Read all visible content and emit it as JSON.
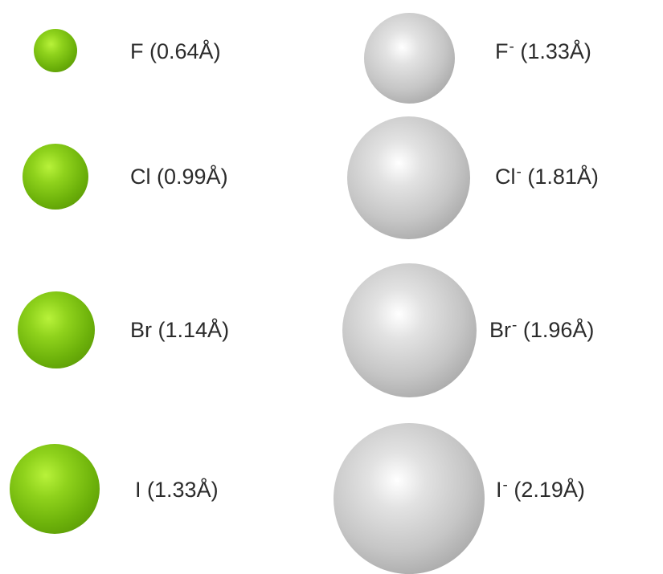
{
  "colors": {
    "atom": "#7cc00f",
    "ion": "#bdbdbd",
    "text": "#2b2b2b"
  },
  "atoms": [
    {
      "symbol": "F",
      "radius": "(0.64Å)"
    },
    {
      "symbol": "Cl",
      "radius": "(0.99Å)"
    },
    {
      "symbol": "Br",
      "radius": "(1.14Å)"
    },
    {
      "symbol": "I",
      "radius": "(1.33Å)"
    }
  ],
  "ions": [
    {
      "symbol": "F",
      "charge": "-",
      "radius": "(1.33Å)"
    },
    {
      "symbol": "Cl",
      "charge": "-",
      "radius": "(1.81Å)"
    },
    {
      "symbol": "Br",
      "charge": "-",
      "radius": "(1.96Å)"
    },
    {
      "symbol": "I",
      "charge": "-",
      "radius": "(2.19Å)"
    }
  ]
}
